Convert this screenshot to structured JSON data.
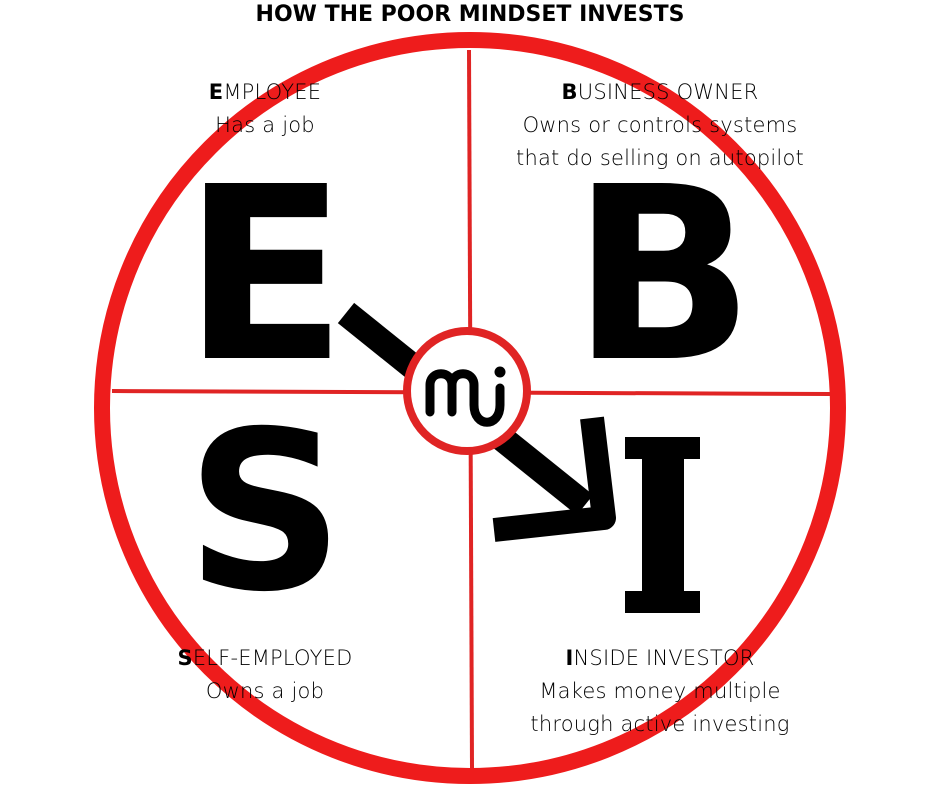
{
  "title": "HOW THE POOR MINDSET INVESTS",
  "logo_text": "mi",
  "colors": {
    "ring": "#ee1c1c",
    "divider": "#e02424",
    "ink": "#000000"
  },
  "quadrants": {
    "employee": {
      "letter": "E",
      "heading_initial": "E",
      "heading_rest": "MPLOYEE",
      "description_lines": [
        "Has a job"
      ]
    },
    "business_owner": {
      "letter": "B",
      "heading_initial": "B",
      "heading_rest": "USINESS OWNER",
      "description_lines": [
        "Owns or controls systems",
        "that do selling on autopilot"
      ]
    },
    "self_employed": {
      "letter": "S",
      "heading_initial": "S",
      "heading_rest": "ELF-EMPLOYED",
      "description_lines": [
        "Owns a job"
      ]
    },
    "inside_investor": {
      "letter": "I",
      "heading_initial": "I",
      "heading_rest": "NSIDE INVESTOR",
      "description_lines": [
        "Makes money multiple",
        "through active investing"
      ]
    }
  },
  "arrow": {
    "from": "employee",
    "to": "inside_investor",
    "icon": "arrow-down-right-icon"
  }
}
